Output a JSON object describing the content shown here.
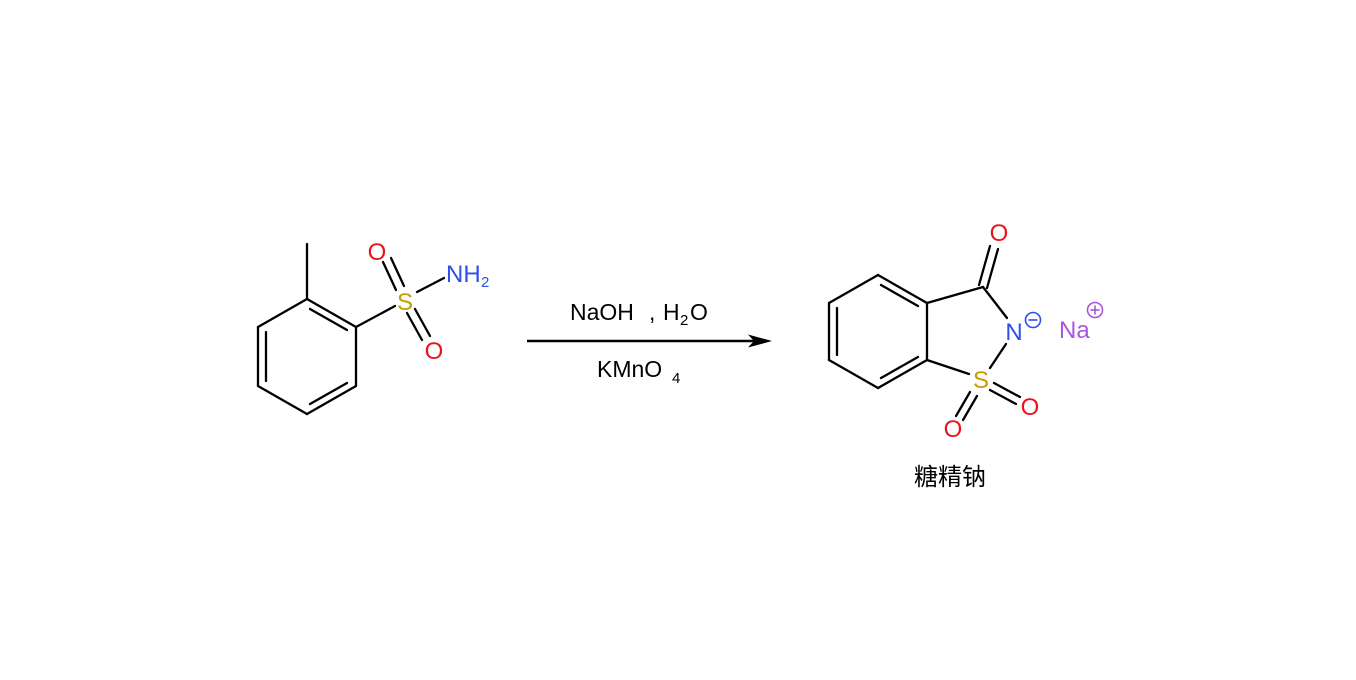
{
  "colors": {
    "bond": "#000000",
    "oxygen": "#e8141c",
    "nitrogen": "#2f4fe8",
    "sulfur": "#c89b00",
    "sodium": "#a855e0",
    "text": "#000000"
  },
  "reactant": {
    "atoms": {
      "o_top": "O",
      "o_bottom": "O",
      "s": "S",
      "nh": "NH",
      "nh_sub": "2"
    }
  },
  "conditions": {
    "above_reagent1": "NaOH",
    "comma": ",",
    "h": "H",
    "h_sub": "2",
    "o": "O",
    "below_main": "KMnO",
    "below_sub": "4"
  },
  "product": {
    "atoms": {
      "o_carbonyl": "O",
      "n": "N",
      "s": "S",
      "o_right": "O",
      "o_left": "O",
      "na": "Na"
    },
    "charges": {
      "n": "−",
      "na": "+"
    },
    "name": "糖精钠"
  }
}
